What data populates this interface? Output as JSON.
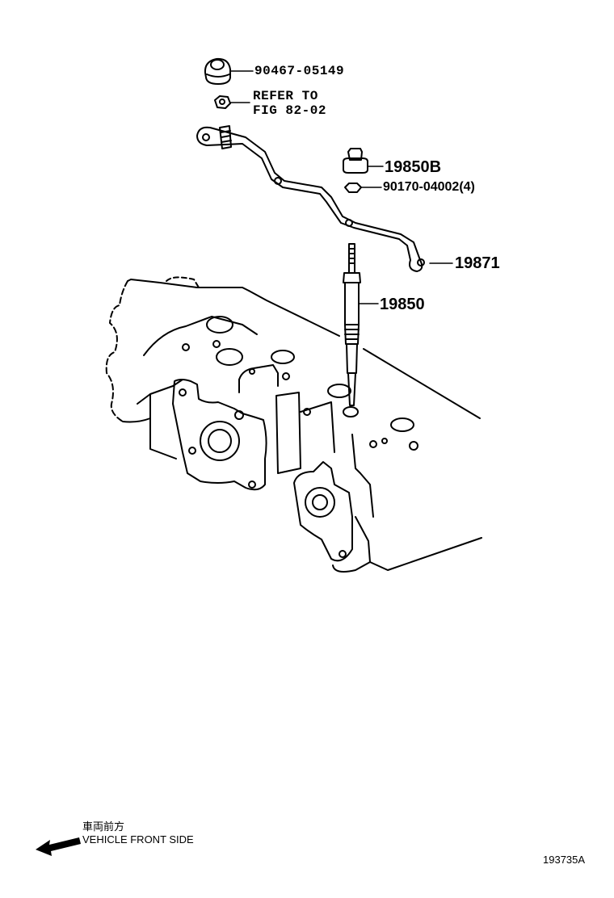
{
  "parts": {
    "p1": "90467-05149",
    "p2_line1": "REFER TO",
    "p2_line2": "FIG 82-02",
    "p3": "19850B",
    "p4": "90170-04002(4)",
    "p5": "19871",
    "p6": "19850"
  },
  "footer": {
    "direction_jp": "車両前方",
    "direction_en": "VEHICLE FRONT SIDE",
    "illustration_number": "193735A"
  },
  "colors": {
    "line": "#000000",
    "background": "#ffffff"
  }
}
